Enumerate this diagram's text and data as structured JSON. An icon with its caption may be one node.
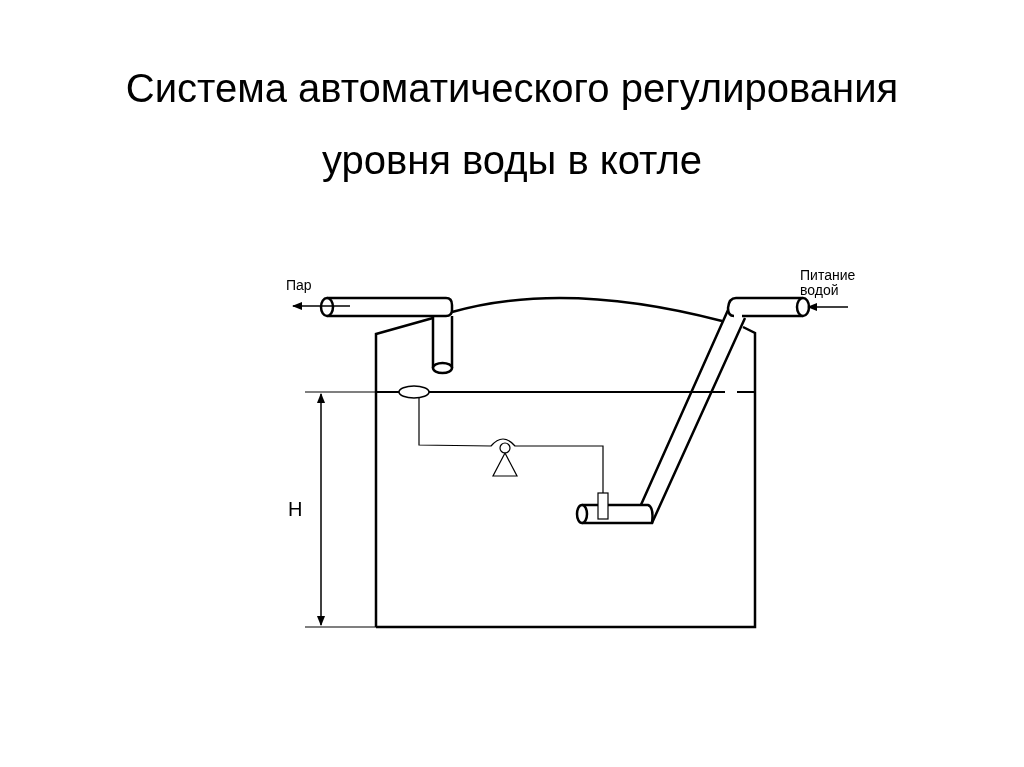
{
  "diagram": {
    "title": "Система автоматического регулирования уровня воды в котле",
    "labels": [
      "Пар",
      "Питание водой",
      "H"
    ]
  }
}
